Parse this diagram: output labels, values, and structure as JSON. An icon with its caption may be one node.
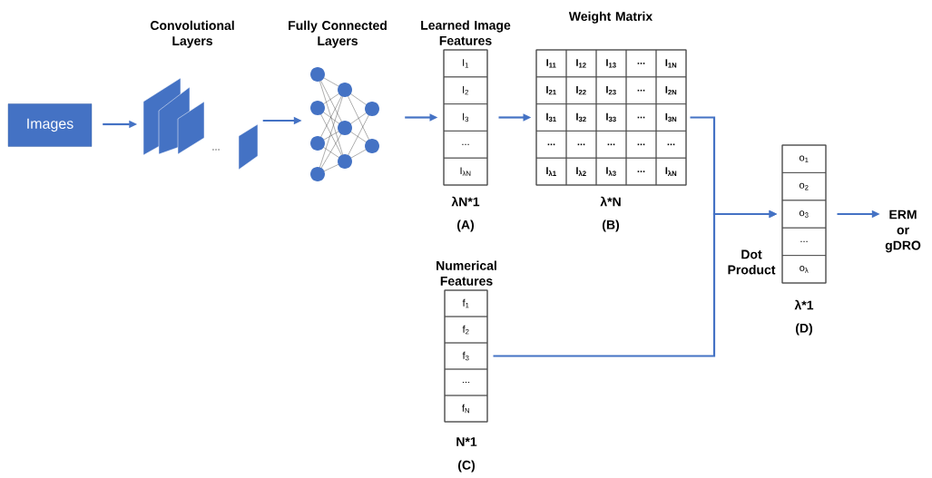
{
  "diagram": {
    "nodes": [
      {
        "text": [
          "Images"
        ]
      },
      {
        "text": [
          "Convolutional Layers"
        ]
      },
      {
        "text": [
          "Fully Connected Layers"
        ]
      },
      {
        "text": [
          "Learned Image Features"
        ],
        "beside": [
          "λN*1",
          "(A)"
        ]
      },
      {
        "text": [
          "I$_{1}$"
        ],
        "in": 3
      },
      {
        "text": [
          "I$_{2}$"
        ],
        "in": 3
      },
      {
        "text": [
          "I$_{3}$"
        ],
        "in": 3
      },
      {
        "text": [
          "..."
        ],
        "in": 3
      },
      {
        "text": [
          "I$_{λN}$"
        ],
        "in": 3
      },
      {
        "text": [
          "Weight Matrix"
        ],
        "beside": [
          "λ*N",
          "(B)"
        ]
      },
      {
        "text": [
          "I$_{11}$"
        ],
        "in": 9
      },
      {
        "text": [
          "I$_{12}$"
        ],
        "in": 9
      },
      {
        "text": [
          "I$_{13}$"
        ],
        "in": 9
      },
      {
        "text": [
          "..."
        ],
        "in": 9
      },
      {
        "text": [
          "I$_{1N}$"
        ],
        "in": 9
      },
      {
        "text": [
          "I$_{21}$"
        ],
        "in": 9
      },
      {
        "text": [
          "I$_{22}$"
        ],
        "in": 9
      },
      {
        "text": [
          "I$_{23}$"
        ],
        "in": 9
      },
      {
        "text": [
          "..."
        ],
        "in": 9
      },
      {
        "text": [
          "I$_{2N}$"
        ],
        "in": 9
      },
      {
        "text": [
          "I$_{31}$"
        ],
        "in": 9
      },
      {
        "text": [
          "I$_{32}$"
        ],
        "in": 9
      },
      {
        "text": [
          "I$_{33}$"
        ],
        "in": 9
      },
      {
        "text": [
          "..."
        ],
        "in": 9
      },
      {
        "text": [
          "I$_{3N}$"
        ],
        "in": 9
      },
      {
        "text": [
          "..."
        ],
        "in": 9
      },
      {
        "text": [
          "..."
        ],
        "in": 9
      },
      {
        "text": [
          "..."
        ],
        "in": 9
      },
      {
        "text": [
          "..."
        ],
        "in": 9
      },
      {
        "text": [
          "..."
        ],
        "in": 9
      },
      {
        "text": [
          "I$_{λ1}$"
        ],
        "in": 9
      },
      {
        "text": [
          "I$_{λ2}$"
        ],
        "in": 9
      },
      {
        "text": [
          "I$_{λ3}$"
        ],
        "in": 9
      },
      {
        "text": [
          "..."
        ],
        "in": 9
      },
      {
        "text": [
          "I$_{λN}$"
        ],
        "in": 9
      },
      {
        "text": [
          "Numerical Features"
        ],
        "beside": [
          "N*1",
          "(C)"
        ]
      },
      {
        "text": [
          "f$_{1}$"
        ],
        "in": 35
      },
      {
        "text": [
          "f$_{2}$"
        ],
        "in": 35
      },
      {
        "text": [
          "f$_{3}$"
        ],
        "in": 35
      },
      {
        "text": [
          "..."
        ],
        "in": 35
      },
      {
        "text": [
          "f$_{N}$"
        ],
        "in": 35
      },
      {
        "text": [],
        "shape": "box",
        "beside": [
          "λ*1",
          "(D)"
        ]
      },
      {
        "text": [
          "o$_{1}$"
        ],
        "in": 41
      },
      {
        "text": [
          "o$_{2}$"
        ],
        "in": 41
      },
      {
        "text": [
          "o$_{3}$"
        ],
        "in": 41
      },
      {
        "text": [
          "..."
        ],
        "in": 41
      },
      {
        "text": [
          "o$_{λ}$"
        ],
        "in": 41
      },
      {
        "text": [
          "ERM or gDRO"
        ]
      }
    ],
    "edges": [
      {
        "from": 0,
        "to": 1,
        "arrow": "to"
      },
      {
        "from": 1,
        "to": 2,
        "arrow": "to"
      },
      {
        "from": 2,
        "to": 3,
        "arrow": "to"
      },
      {
        "from": 3,
        "to": 9,
        "arrow": "to"
      },
      {
        "from": 9,
        "to": 41,
        "arrow": "to"
      },
      {
        "from": 35,
        "to": 41,
        "arrow": "to"
      },
      {
        "from": 41,
        "to": 47,
        "arrow": "to"
      }
    ],
    "labels": [
      "...",
      "Dot Product"
    ]
  }
}
